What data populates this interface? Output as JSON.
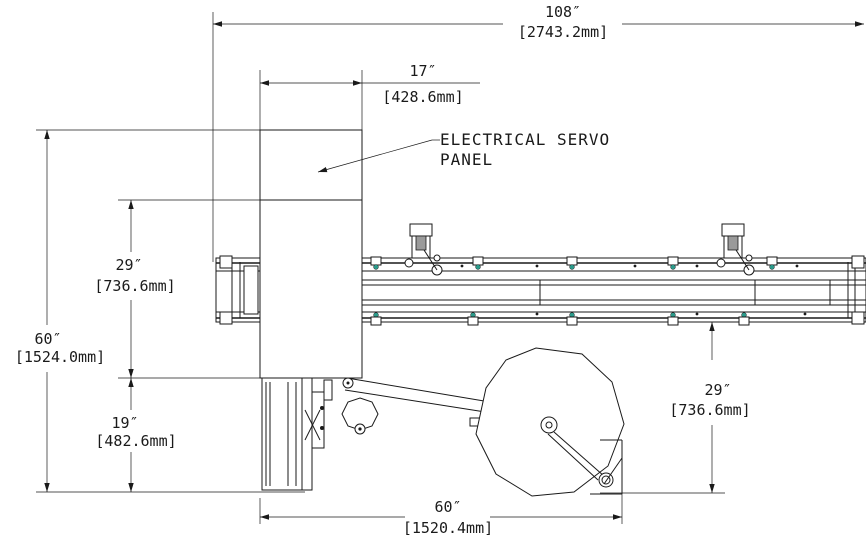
{
  "drawing": {
    "callout": {
      "line1": "ELECTRICAL SERVO",
      "line2": "PANEL"
    },
    "dimensions": {
      "overall_length": {
        "imperial": "108″",
        "metric": "[2743.2mm]"
      },
      "panel_width": {
        "imperial": "17″",
        "metric": "[428.6mm]"
      },
      "overall_depth": {
        "imperial": "60″",
        "metric": "[1524.0mm]"
      },
      "upper_depth": {
        "imperial": "29″",
        "metric": "[736.6mm]"
      },
      "lower_depth": {
        "imperial": "19″",
        "metric": "[482.6mm]"
      },
      "right_depth": {
        "imperial": "29″",
        "metric": "[736.6mm]"
      },
      "bottom_width": {
        "imperial": "60″",
        "metric": "[1520.4mm]"
      }
    }
  },
  "colors": {
    "line": "#1a1a1a",
    "accent": "#2a9a8a",
    "shade": "#9a9a9a"
  }
}
